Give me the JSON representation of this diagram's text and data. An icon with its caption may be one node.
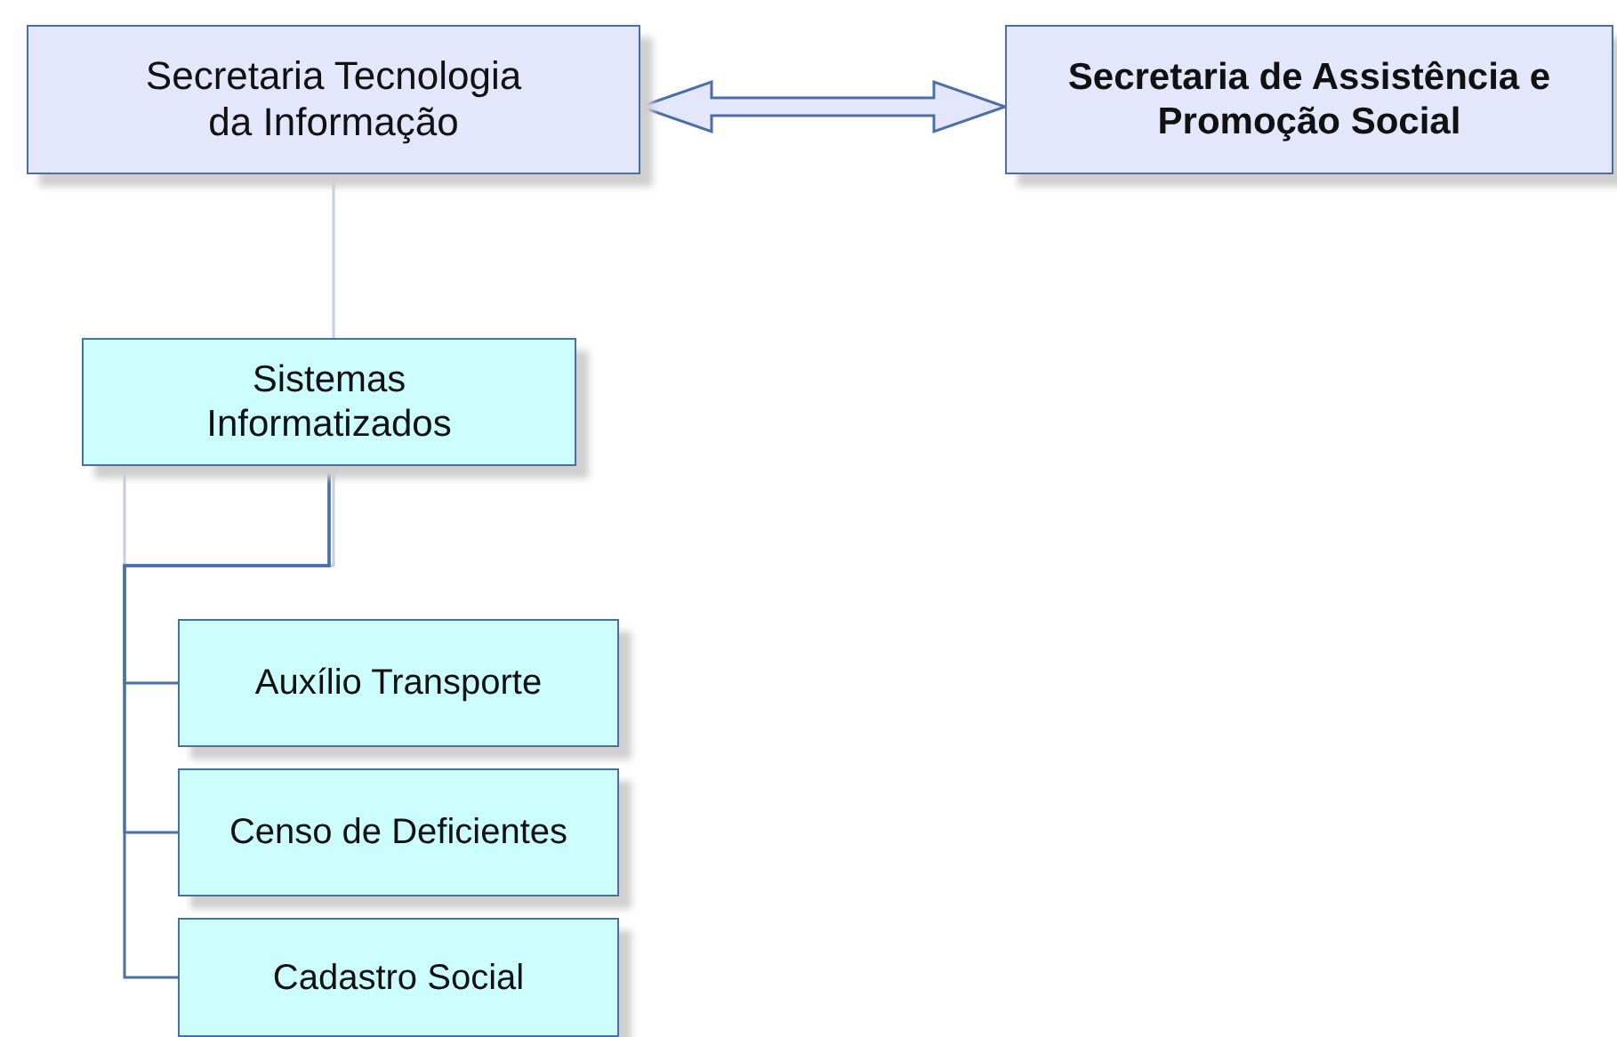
{
  "diagram": {
    "nodes": [
      {
        "text": [
          "Secretaria Tecnologia da Informação"
        ]
      },
      {
        "text": [
          "Secretaria de Assistência e Promoção Social"
        ]
      },
      {
        "text": [
          "Sistemas Informatizados"
        ]
      },
      {
        "text": [
          "Auxílio Transporte"
        ]
      },
      {
        "text": [
          "Censo de Deficientes"
        ]
      },
      {
        "text": [
          "Cadastro Social"
        ]
      }
    ],
    "edges": [
      {
        "from": 0,
        "to": 1,
        "arrow": "both",
        "style": "thick"
      },
      {
        "from": 0,
        "to": 2,
        "arrow": "none",
        "color": "#c4cede"
      },
      {
        "from": 2,
        "to": 3,
        "arrow": "none"
      },
      {
        "from": 2,
        "to": 4,
        "arrow": "none"
      },
      {
        "from": 2,
        "to": 5,
        "arrow": "none"
      }
    ]
  }
}
